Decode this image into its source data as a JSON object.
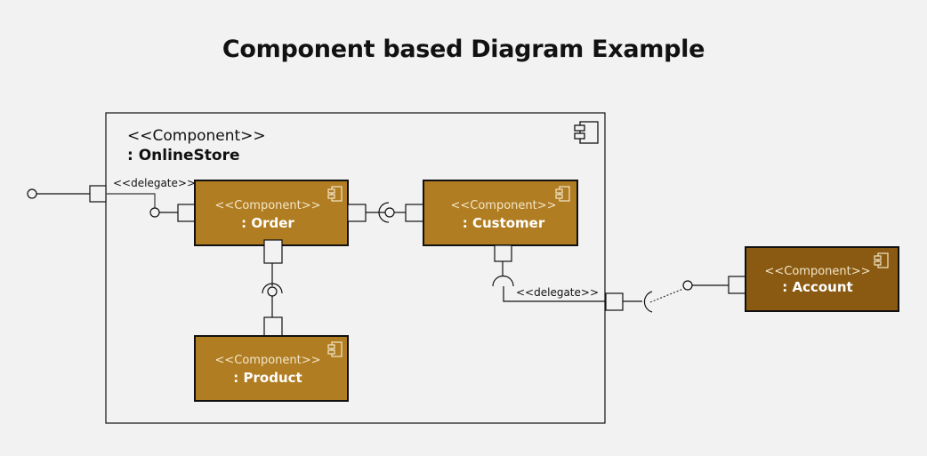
{
  "title": "Component based Diagram Example",
  "container": {
    "stereotype": "<<Component>>",
    "name": ": OnlineStore"
  },
  "components": {
    "order": {
      "stereotype": "<<Component>>",
      "name": ": Order"
    },
    "customer": {
      "stereotype": "<<Component>>",
      "name": ": Customer"
    },
    "product": {
      "stereotype": "<<Component>>",
      "name": ": Product"
    },
    "account": {
      "stereotype": "<<Component>>",
      "name": ": Account"
    }
  },
  "connectors": {
    "delegate_left": "<<delegate>>",
    "delegate_right": "<<delegate>>"
  },
  "colors": {
    "component_fill": "#b07d23",
    "account_fill": "#8a5a12",
    "background": "#f2f2f2",
    "stroke": "#111111"
  }
}
